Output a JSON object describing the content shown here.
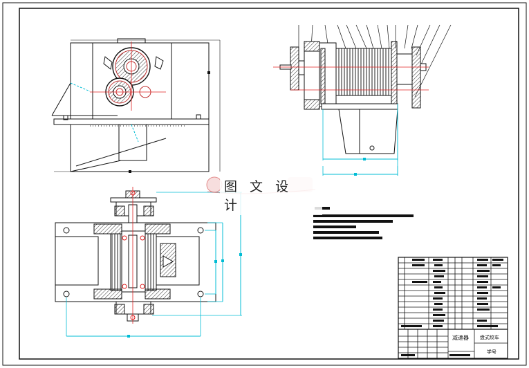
{
  "watermark": {
    "text": "图 文 设 计",
    "color": "#d04040"
  },
  "title_block": {
    "cell_a": "减速器",
    "cell_b": "盘式绞车",
    "cell_c": "学号"
  },
  "colors": {
    "line": "#111111",
    "dimension": "#00bcd4",
    "centerline": "#e02020",
    "hatch": "#333333"
  },
  "views": [
    "front-view",
    "side-view",
    "top-view"
  ]
}
